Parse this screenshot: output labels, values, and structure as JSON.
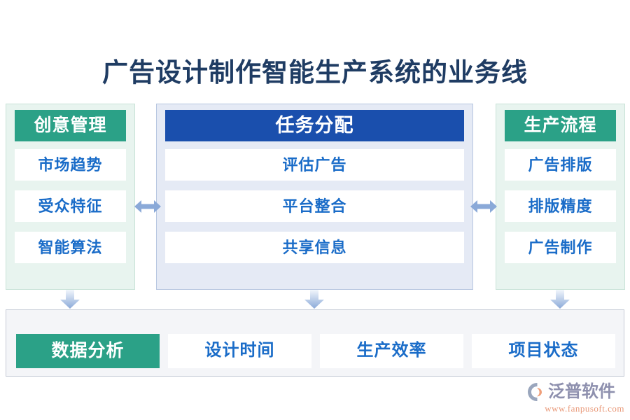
{
  "page": {
    "title": "广告设计制作智能生产系统的业务线",
    "title_color": "#1f3c63",
    "background": "#ffffff"
  },
  "colors": {
    "teal": "#2ba187",
    "navy": "#1a4fad",
    "link_blue": "#1a6cc8",
    "green_panel_bg": "#e8f4ef",
    "blue_panel_bg": "#e5eaf5",
    "bottom_panel_bg": "#f4f5f8",
    "arrow_blue": "#8aa9d8"
  },
  "columns": [
    {
      "header": "创意管理",
      "header_style": "teal",
      "panel_style": "green",
      "items": [
        "市场趋势",
        "受众特征",
        "智能算法"
      ]
    },
    {
      "header": "任务分配",
      "header_style": "navy",
      "panel_style": "blue",
      "items": [
        "评估广告",
        "平台整合",
        "共享信息"
      ]
    },
    {
      "header": "生产流程",
      "header_style": "teal",
      "panel_style": "green",
      "items": [
        "广告排版",
        "排版精度",
        "广告制作"
      ]
    }
  ],
  "connectors": {
    "horizontal": [
      "double-arrow-horizontal-icon",
      "double-arrow-horizontal-icon"
    ],
    "vertical": [
      "arrow-down-icon",
      "arrow-down-icon",
      "arrow-down-icon"
    ]
  },
  "bottom": {
    "cells": [
      {
        "label": "数据分析",
        "highlight": true
      },
      {
        "label": "设计时间",
        "highlight": false
      },
      {
        "label": "生产效率",
        "highlight": false
      },
      {
        "label": "项目状态",
        "highlight": false
      }
    ]
  },
  "watermark": {
    "icon": "fanpu-swirl-logo-icon",
    "name": "泛普软件",
    "url": "www.fanpusoft.com"
  }
}
